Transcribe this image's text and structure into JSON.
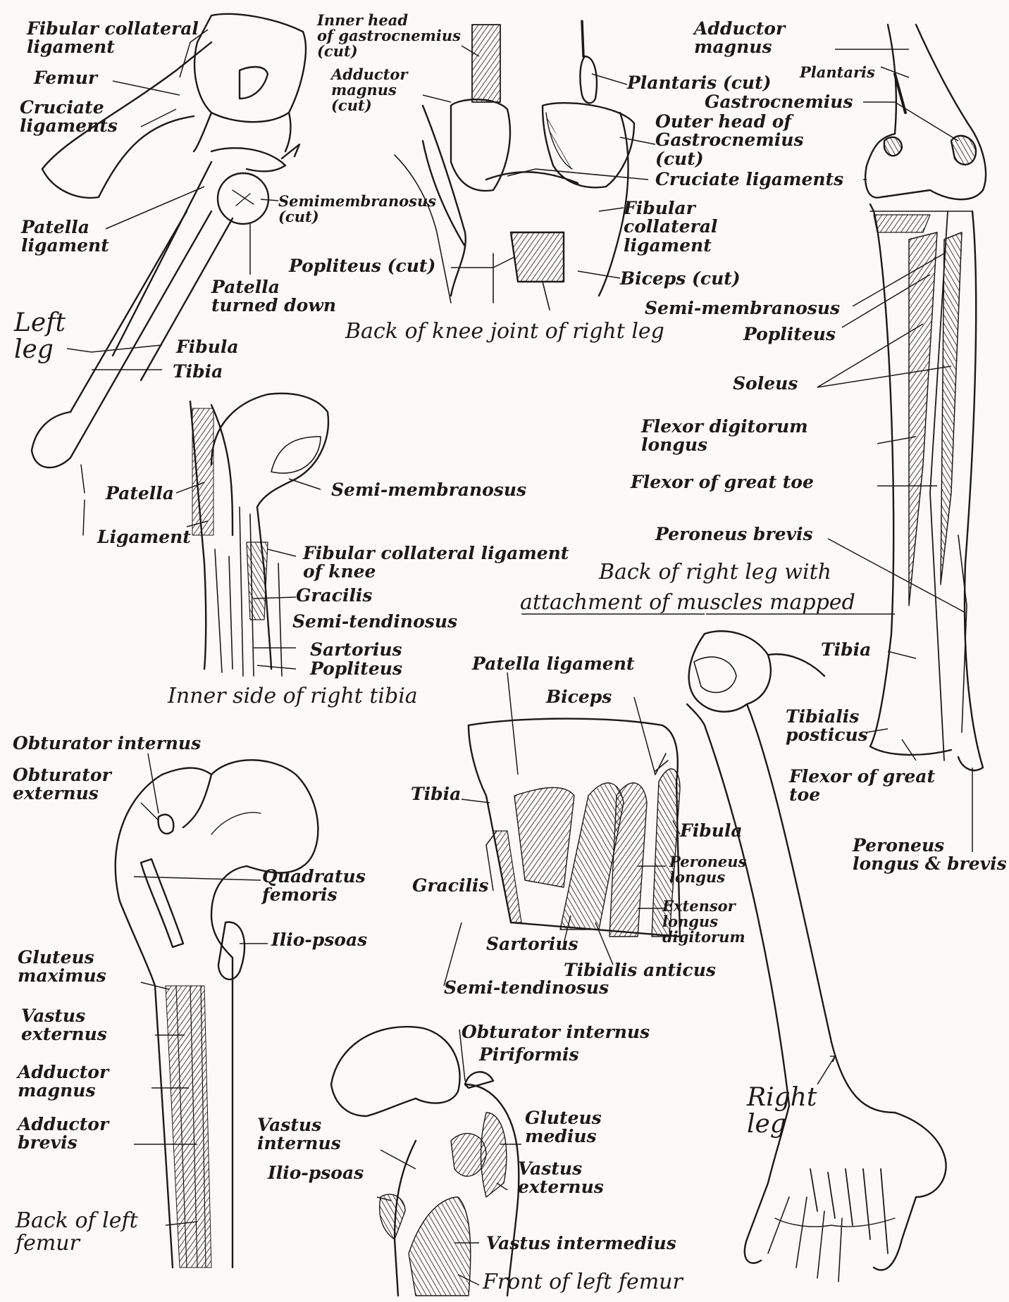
{
  "panels": {
    "left_leg": {
      "labels": {
        "fibular_collateral_ligament": "Fibular collateral\nligament",
        "femur": "Femur",
        "cruciate_ligaments": "Cruciate\nligaments",
        "patella_ligament": "Patella\nligament",
        "semimembranosus_cut": "Semimembranosus\n(cut)",
        "patella_turned_down": "Patella\nturned down",
        "left_leg": "Left\nleg",
        "fibula": "Fibula",
        "tibia": "Tibia"
      }
    },
    "back_of_knee": {
      "caption": "Back of knee joint of right leg",
      "labels": {
        "inner_head_gastrocnemius": "Inner head\nof gastrocnemius\n(cut)",
        "adductor_magnus_cut": "Adductor\nmagnus\n(cut)",
        "plantaris_cut": "Plantaris (cut)",
        "outer_head_gastrocnemius": "Outer head of\nGastrocnemius\n(cut)",
        "cruciate_ligaments": "Cruciate ligaments",
        "fibular_collateral_ligament": "Fibular\ncollateral\nligament",
        "popliteus_cut": "Popliteus (cut)",
        "biceps_cut": "Biceps (cut)"
      }
    },
    "back_of_right_leg": {
      "caption_line1": "Back of right leg with",
      "caption_line2": "attachment of muscles mapped",
      "labels": {
        "adductor_magnus": "Adductor\nmagnus",
        "plantaris": "Plantaris",
        "gastrocnemius": "Gastrocnemius",
        "semi_membranosus": "Semi-membranosus",
        "popliteus": "Popliteus",
        "soleus": "Soleus",
        "flexor_digitorum_longus": "Flexor digitorum\nlongus",
        "flexor_of_great_toe": "Flexor of great toe",
        "peroneus_brevis": "Peroneus brevis",
        "tibia": "Tibia",
        "tibialis_posticus": "Tibialis\nposticus",
        "flexor_of_great_toe_2": "Flexor of great\ntoe",
        "peroneus_longus_brevis": "Peroneus\nlongus & brevis"
      }
    },
    "inner_side_tibia": {
      "caption": "Inner side of right tibia",
      "labels": {
        "patella": "Patella",
        "ligament": "Ligament",
        "semi_membranosus": "Semi-membranosus",
        "fibular_collateral_ligament_knee": "Fibular collateral ligament\nof knee",
        "gracilis": "Gracilis",
        "semi_tendinosus": "Semi-tendinosus",
        "sartorius": "Sartorius",
        "popliteus": "Popliteus"
      }
    },
    "front_tibia": {
      "labels": {
        "patella_ligament": "Patella ligament",
        "biceps": "Biceps",
        "tibia": "Tibia",
        "fibula": "Fibula",
        "gracilis": "Gracilis",
        "peroneus_longus": "Peroneus\nlongus",
        "extensor_longus_digitorum": "Extensor\nlongus\ndigitorum",
        "sartorius": "Sartorius",
        "tibialis_anticus": "Tibialis anticus",
        "semi_tendinosus": "Semi-tendinosus"
      }
    },
    "back_left_femur": {
      "caption": "Back of left\nfemur",
      "labels": {
        "obturator_internus": "Obturator internus",
        "obturator_externus": "Obturator\nexternus",
        "quadratus_femoris": "Quadratus\nfemoris",
        "ilio_psoas": "Ilio-psoas",
        "gluteus_maximus": "Gluteus\nmaximus",
        "vastus_externus": "Vastus\nexternus",
        "adductor_magnus": "Adductor\nmagnus",
        "adductor_brevis": "Adductor\nbrevis"
      }
    },
    "front_left_femur": {
      "caption": "Front of left femur",
      "labels": {
        "obturator_internus": "Obturator internus",
        "piriformis": "Piriformis",
        "gluteus_medius": "Gluteus\nmedius",
        "vastus_internus": "Vastus\ninternus",
        "ilio_psoas": "Ilio-psoas",
        "vastus_externus": "Vastus\nexternus",
        "vastus_intermedius": "Vastus intermedius"
      }
    },
    "right_leg": {
      "label": "Right\nleg"
    }
  },
  "colors": {
    "paper": "#fbfaf6",
    "ink": "#1b1a18"
  }
}
